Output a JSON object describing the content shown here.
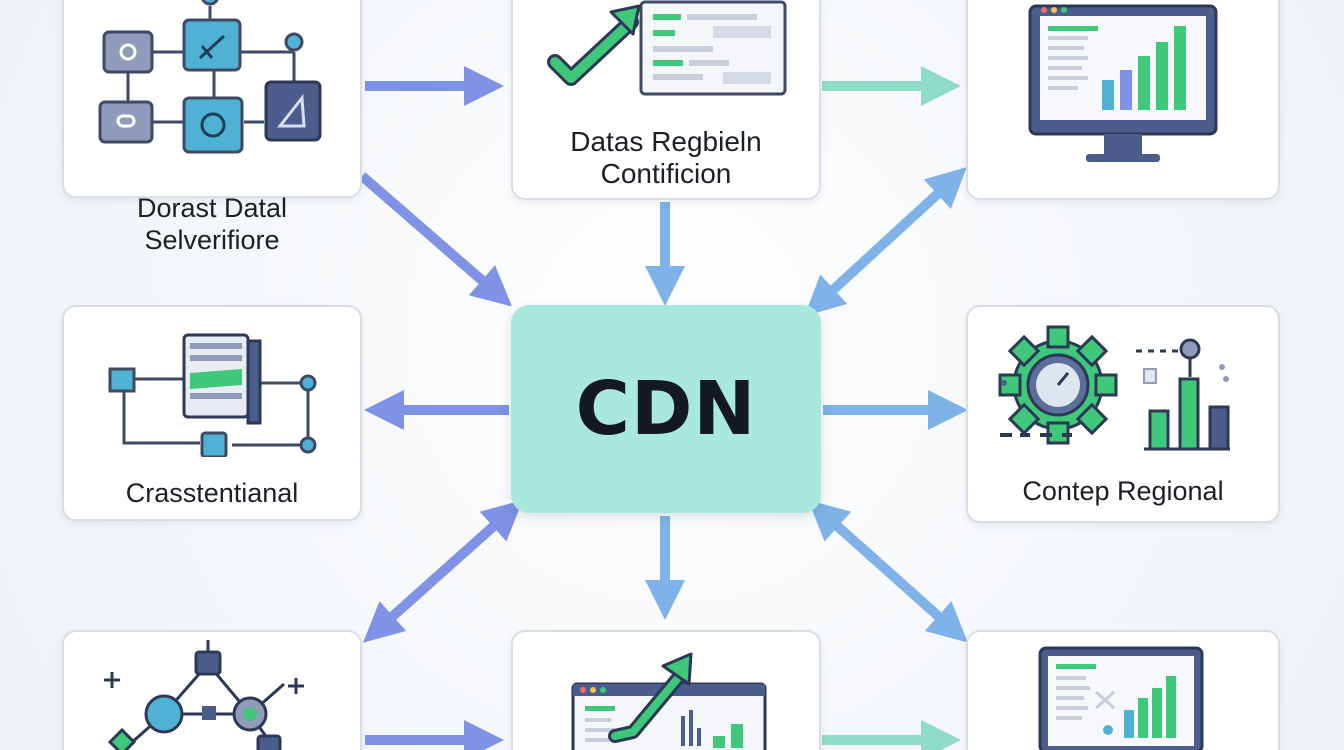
{
  "center": {
    "title": "CDN"
  },
  "nodes": {
    "top_left": {
      "line1": "Dorast Datal",
      "line2": "Selverifiore"
    },
    "top_middle": {
      "line1": "Datas Regbieln",
      "line2": "Contificion"
    },
    "middle_left": {
      "label": "Crasstentianal"
    },
    "middle_right": {
      "label": "Contep Regional"
    }
  },
  "colors": {
    "center_fill": "#a9e8dc",
    "arrow_blue": "#7f92e6",
    "arrow_sky": "#7fb2e8",
    "arrow_mint": "#8fdcc8",
    "icon_teal": "#4fb1d3",
    "icon_green": "#3fc77a",
    "icon_navy": "#4a5d8c"
  }
}
